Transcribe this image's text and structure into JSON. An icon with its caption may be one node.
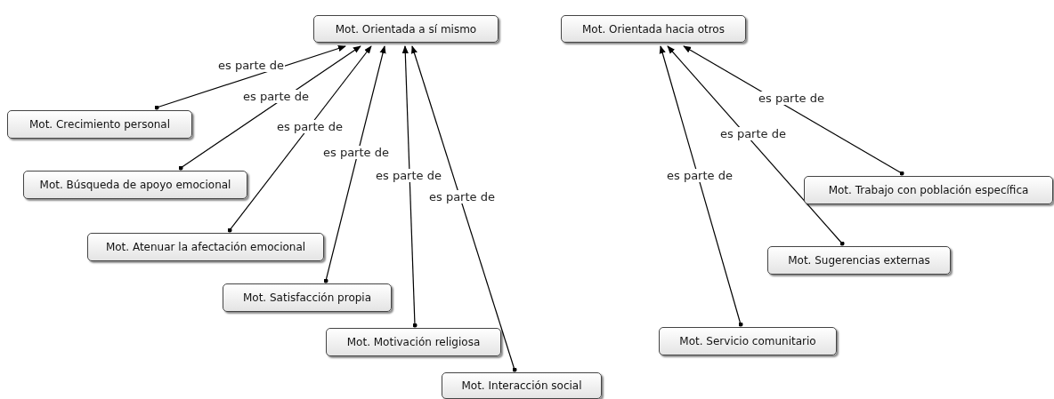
{
  "diagram": {
    "nodes": [
      {
        "text": [
          "Mot. Orientada a sí mismo"
        ]
      },
      {
        "text": [
          "Mot. Orientada hacia otros"
        ]
      },
      {
        "text": [
          "Mot. Crecimiento personal"
        ]
      },
      {
        "text": [
          "Mot. Búsqueda de apoyo emocional"
        ]
      },
      {
        "text": [
          "Mot. Atenuar la afectación emocional"
        ]
      },
      {
        "text": [
          "Mot. Satisfacción propia"
        ]
      },
      {
        "text": [
          "Mot. Motivación religiosa"
        ]
      },
      {
        "text": [
          "Mot. Interacción social"
        ]
      },
      {
        "text": [
          "Mot. Servicio comunitario"
        ]
      },
      {
        "text": [
          "Mot. Sugerencias externas"
        ]
      },
      {
        "text": [
          "Mot. Trabajo con población específica"
        ]
      }
    ],
    "edges": [
      {
        "from": 2,
        "to": 0,
        "arrow": "to",
        "label": "es parte de"
      },
      {
        "from": 3,
        "to": 0,
        "arrow": "to",
        "label": "es parte de"
      },
      {
        "from": 4,
        "to": 0,
        "arrow": "to",
        "label": "es parte de"
      },
      {
        "from": 5,
        "to": 0,
        "arrow": "to",
        "label": "es parte de"
      },
      {
        "from": 6,
        "to": 0,
        "arrow": "to",
        "label": "es parte de"
      },
      {
        "from": 7,
        "to": 0,
        "arrow": "to",
        "label": "es parte de"
      },
      {
        "from": 8,
        "to": 1,
        "arrow": "to",
        "label": "es parte de"
      },
      {
        "from": 9,
        "to": 1,
        "arrow": "to",
        "label": "es parte de"
      },
      {
        "from": 10,
        "to": 1,
        "arrow": "to",
        "label": "es parte de"
      }
    ]
  }
}
